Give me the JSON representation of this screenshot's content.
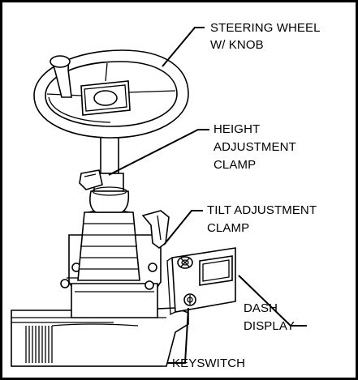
{
  "callouts": {
    "steering_wheel": [
      "STEERING WHEEL",
      "W/ KNOB"
    ],
    "height_clamp": [
      "HEIGHT",
      "ADJUSTMENT",
      "CLAMP"
    ],
    "tilt_clamp": [
      "TILT ADJUSTMENT",
      "CLAMP"
    ],
    "dash_display": [
      "DASH",
      "DISPLAY"
    ],
    "keyswitch": [
      "KEYSWITCH"
    ]
  }
}
